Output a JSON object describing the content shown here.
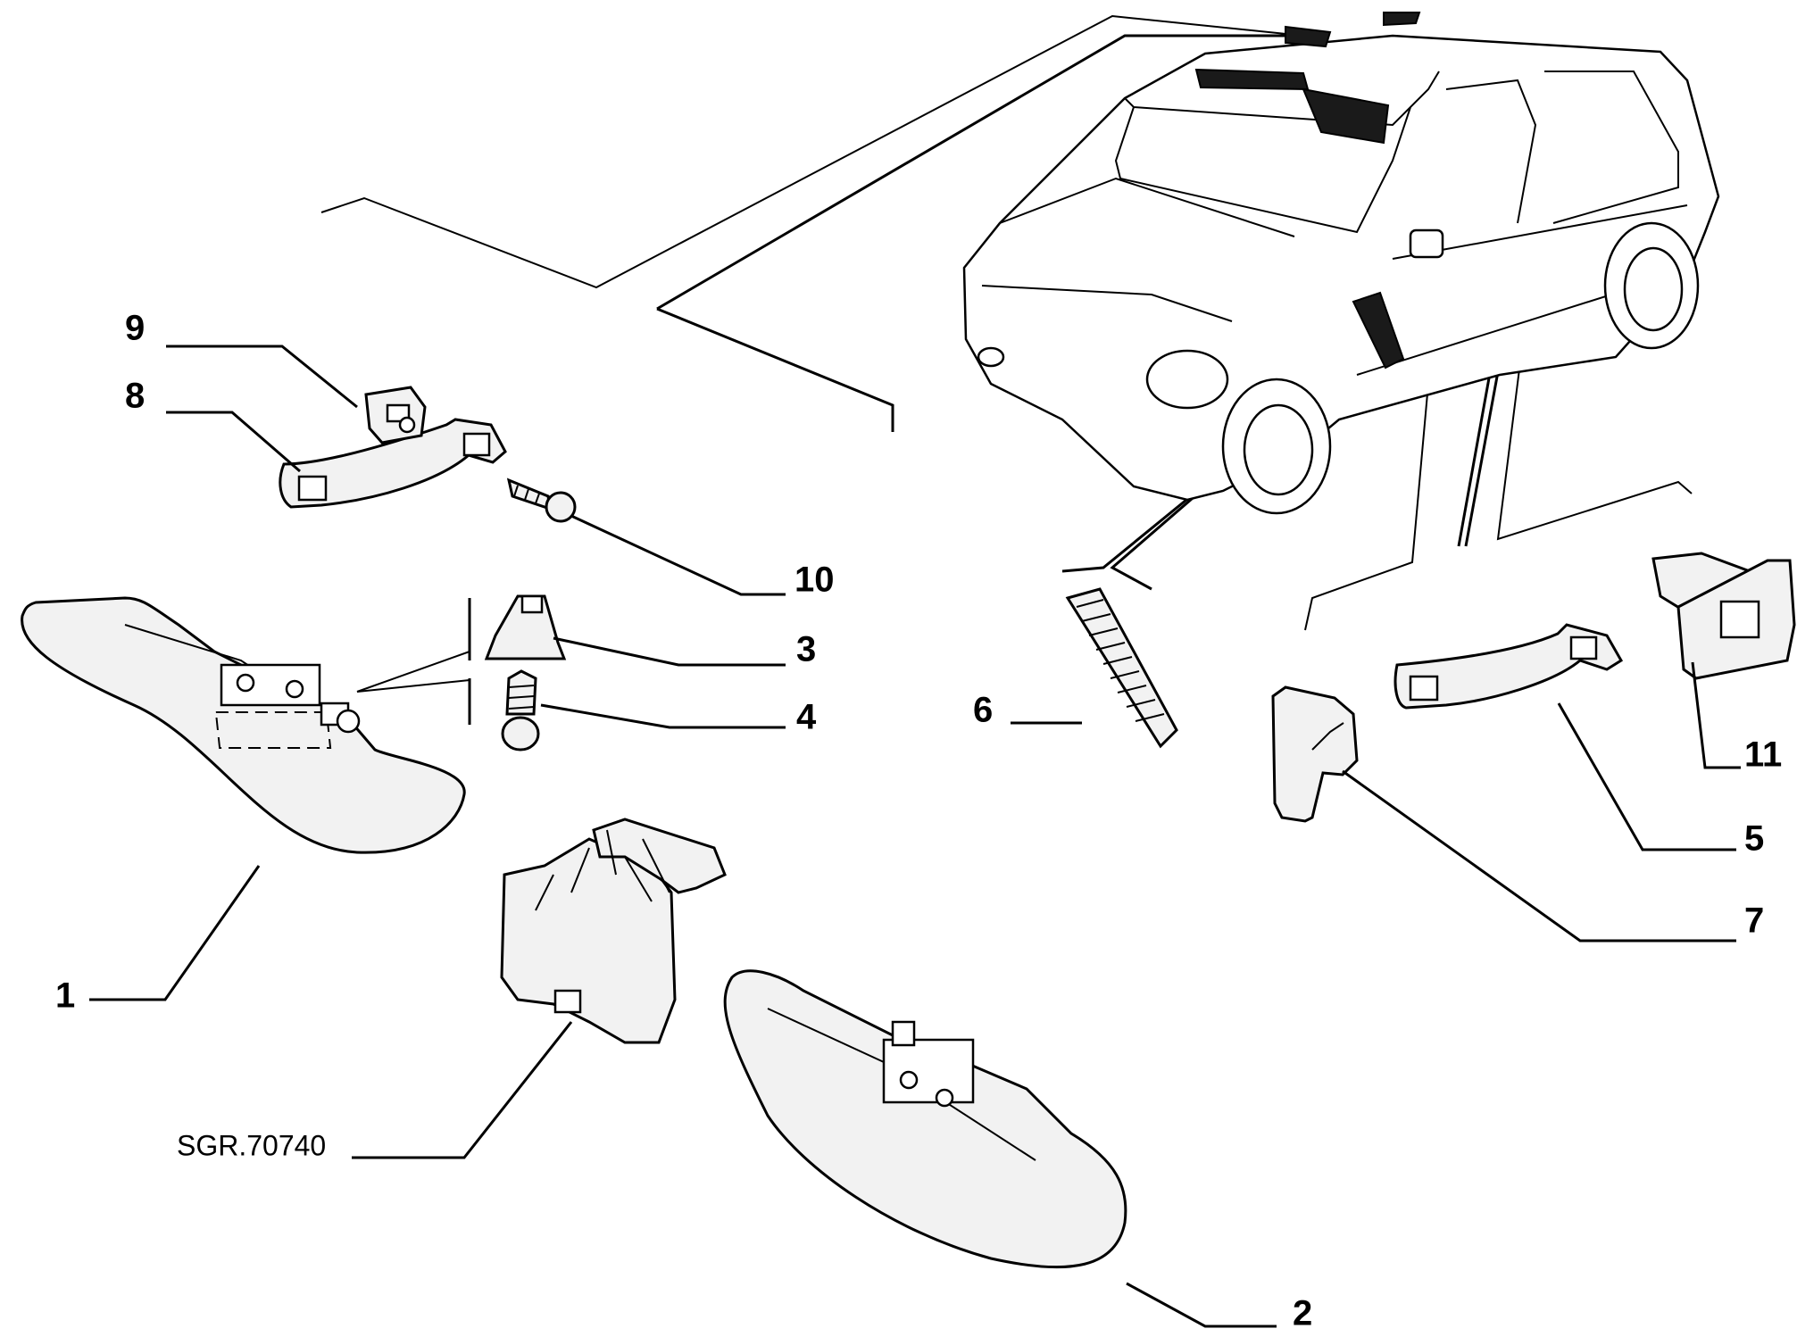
{
  "diagram": {
    "reference_code": "SGR.70740",
    "callouts": {
      "c1": "1",
      "c2": "2",
      "c3": "3",
      "c4": "4",
      "c5": "5",
      "c6": "6",
      "c7": "7",
      "c8": "8",
      "c9": "9",
      "c10": "10",
      "c11": "11"
    }
  }
}
